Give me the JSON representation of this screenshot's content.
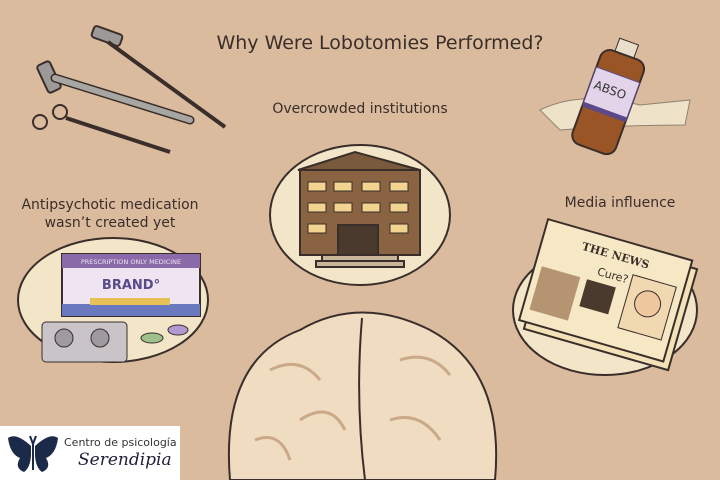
{
  "title": "Why Were Lobotomies Performed?",
  "reasons": [
    {
      "label": "Overcrowded institutions"
    },
    {
      "label_line1": "Antipsychotic medication",
      "label_line2": "wasn’t created yet"
    },
    {
      "label": "Media influence"
    }
  ],
  "medicine_box": {
    "header": "PRESCRIPTION ONLY MEDICINE",
    "brand": "BRAND°"
  },
  "bottle_label": "ABSO",
  "newspaper": {
    "masthead": "THE NEWS",
    "headline": "Cure?"
  },
  "logo": {
    "line1": "Centro de psicología",
    "line2": "Serendipia"
  },
  "colors": {
    "background": "#dbbb9e",
    "text": "#3a2e2a",
    "plate": "#f3e6c8",
    "brand_purple": "#8a6aa8"
  }
}
